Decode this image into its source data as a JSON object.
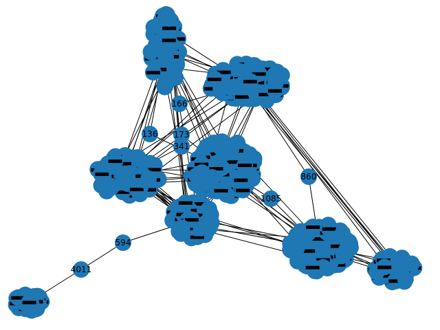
{
  "colors": {
    "node": "#1f77b4",
    "edge": "#000000",
    "label": "#000000",
    "background": "#ffffff"
  },
  "graph": {
    "type": "network",
    "visible_node_labels": [
      "136",
      "166",
      "173",
      "341",
      "594",
      "860",
      "1085",
      "4011"
    ]
  }
}
